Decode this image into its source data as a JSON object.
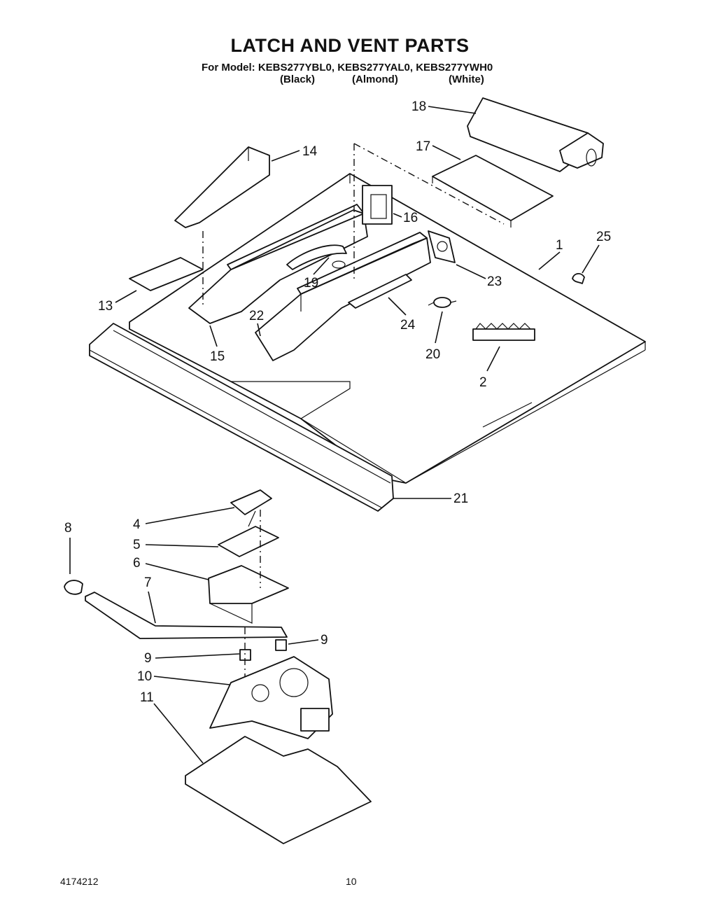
{
  "title": "LATCH AND VENT PARTS",
  "subtitle": "For Model: KEBS277YBL0, KEBS277YAL0, KEBS277YWH0",
  "colors": [
    "(Black)",
    "(Almond)",
    "(White)"
  ],
  "footer": {
    "doc_number": "4174212",
    "page": "10"
  },
  "callouts": [
    "1",
    "2",
    "4",
    "5",
    "6",
    "7",
    "8",
    "9",
    "9",
    "10",
    "11",
    "13",
    "14",
    "15",
    "16",
    "17",
    "18",
    "19",
    "20",
    "21",
    "22",
    "23",
    "24",
    "25"
  ]
}
